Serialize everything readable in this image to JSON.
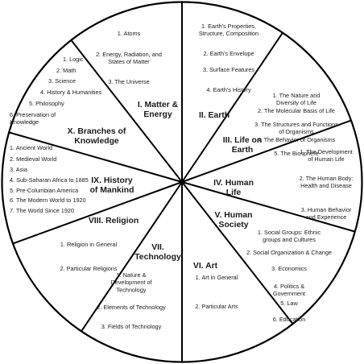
{
  "wheel": {
    "sections": [
      {
        "title": [
          "I. Matter &",
          "Energy"
        ],
        "items": [
          [
            "1. Atoms"
          ],
          [
            "2. Energy, Radiation, and",
            "States of Matter"
          ],
          [
            "3. The Universe"
          ]
        ]
      },
      {
        "title": [
          "II. Earth"
        ],
        "items": [
          [
            "1. Earth's Properties,",
            "Structure, Composition"
          ],
          [
            "2. Earth's Envelope"
          ],
          [
            "3. Surface Features"
          ],
          [
            "4. Earth's History"
          ]
        ]
      },
      {
        "title": [
          "III. Life on",
          "Earth"
        ],
        "items": [
          [
            "1. The Nature and",
            "Diversity of Life"
          ],
          [
            "2. The Molecular Basis of Life"
          ],
          [
            "3. The Structures and Functions",
            "of Organisms"
          ],
          [
            "4. The Behavior of Organisms"
          ],
          [
            "5. The Biosphere"
          ]
        ]
      },
      {
        "title": [
          "IV. Human",
          "Life"
        ],
        "items": [
          [
            "1. The Development",
            "of Human Life"
          ],
          [
            "2. The Human Body:",
            "Health and Disease"
          ],
          [
            "3. Human Behavior",
            "and Experience"
          ]
        ]
      },
      {
        "title": [
          "V. Human",
          "Society"
        ],
        "items": [
          [
            "1. Social Groups: Ethnic",
            "groups and Cultures"
          ],
          [
            "2. Social Organization & Change"
          ],
          [
            "3. Economics"
          ],
          [
            "4. Politics &",
            "Government"
          ],
          [
            "5. Law"
          ],
          [
            "6. Education"
          ]
        ]
      },
      {
        "title": [
          "VI. Art"
        ],
        "items": [
          [
            "1. Art in General"
          ],
          [
            "2. Particular Arts"
          ]
        ]
      },
      {
        "title": [
          "VII.",
          "Technology"
        ],
        "items": [
          [
            "1. Nature &",
            "Development of",
            "Technology"
          ],
          [
            "2. Elements of Technology"
          ],
          [
            "3. Fields of Technology"
          ]
        ]
      },
      {
        "title": [
          "VIII. Religion"
        ],
        "items": [
          [
            "1. Religion in General"
          ],
          [
            "2. Particular Religions"
          ]
        ]
      },
      {
        "title": [
          "IX. History",
          "of Mankind"
        ],
        "items": [
          [
            "1. Ancient World"
          ],
          [
            "2. Medieval World"
          ],
          [
            "3. Asia"
          ],
          [
            "4. Sub-Saharan Africa to 1885"
          ],
          [
            "5. Pre-Columbian America"
          ],
          [
            "6. The Modern World to 1920"
          ],
          [
            "7. The World Since 1920"
          ]
        ]
      },
      {
        "title": [
          "X. Branches of",
          "Knowledge"
        ],
        "items": [
          [
            "1. Logic"
          ],
          [
            "2. Math"
          ],
          [
            "3. Science"
          ],
          [
            "4. History & Humanities"
          ],
          [
            "5. Philosophy"
          ],
          [
            "6. Preservation of",
            "Knowledge"
          ]
        ]
      }
    ]
  }
}
